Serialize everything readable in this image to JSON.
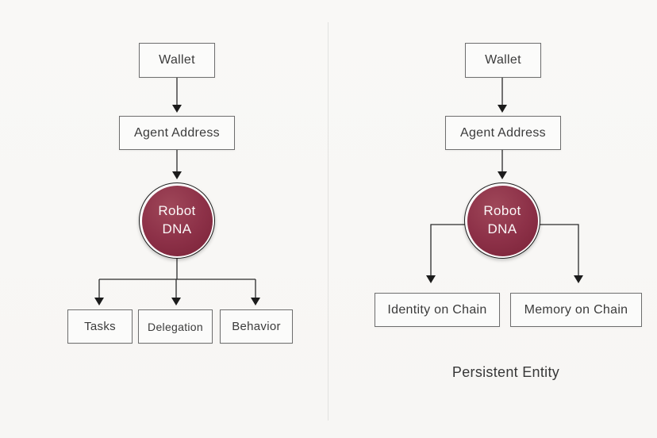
{
  "colors": {
    "background": "#f8f7f5",
    "node_fill": "#fbfbfa",
    "node_border": "#6e6e6e",
    "connector": "#2b2b2b",
    "circle_fill": "#8d3148",
    "circle_text": "#fbf7f8",
    "label_text": "#3b3b3b"
  },
  "left_panel": {
    "wallet": "Wallet",
    "agent_address": "Agent Address",
    "robot_dna": {
      "line1": "Robot",
      "line2": "DNA"
    },
    "children": [
      "Tasks",
      "Delegation",
      "Behavior"
    ],
    "edges": [
      {
        "from": "Wallet",
        "to": "Agent Address"
      },
      {
        "from": "Agent Address",
        "to": "Robot DNA"
      },
      {
        "from": "Robot DNA",
        "to": "Tasks"
      },
      {
        "from": "Robot DNA",
        "to": "Delegation"
      },
      {
        "from": "Robot DNA",
        "to": "Behavior"
      }
    ]
  },
  "right_panel": {
    "wallet": "Wallet",
    "agent_address": "Agent Address",
    "robot_dna": {
      "line1": "Robot",
      "line2": "DNA"
    },
    "children": [
      "Identity on Chain",
      "Memory on Chain"
    ],
    "caption": "Persistent Entity",
    "edges": [
      {
        "from": "Wallet",
        "to": "Agent Address"
      },
      {
        "from": "Agent Address",
        "to": "Robot DNA"
      },
      {
        "from": "Robot DNA",
        "to": "Identity on Chain"
      },
      {
        "from": "Robot DNA",
        "to": "Memory on Chain"
      }
    ]
  }
}
